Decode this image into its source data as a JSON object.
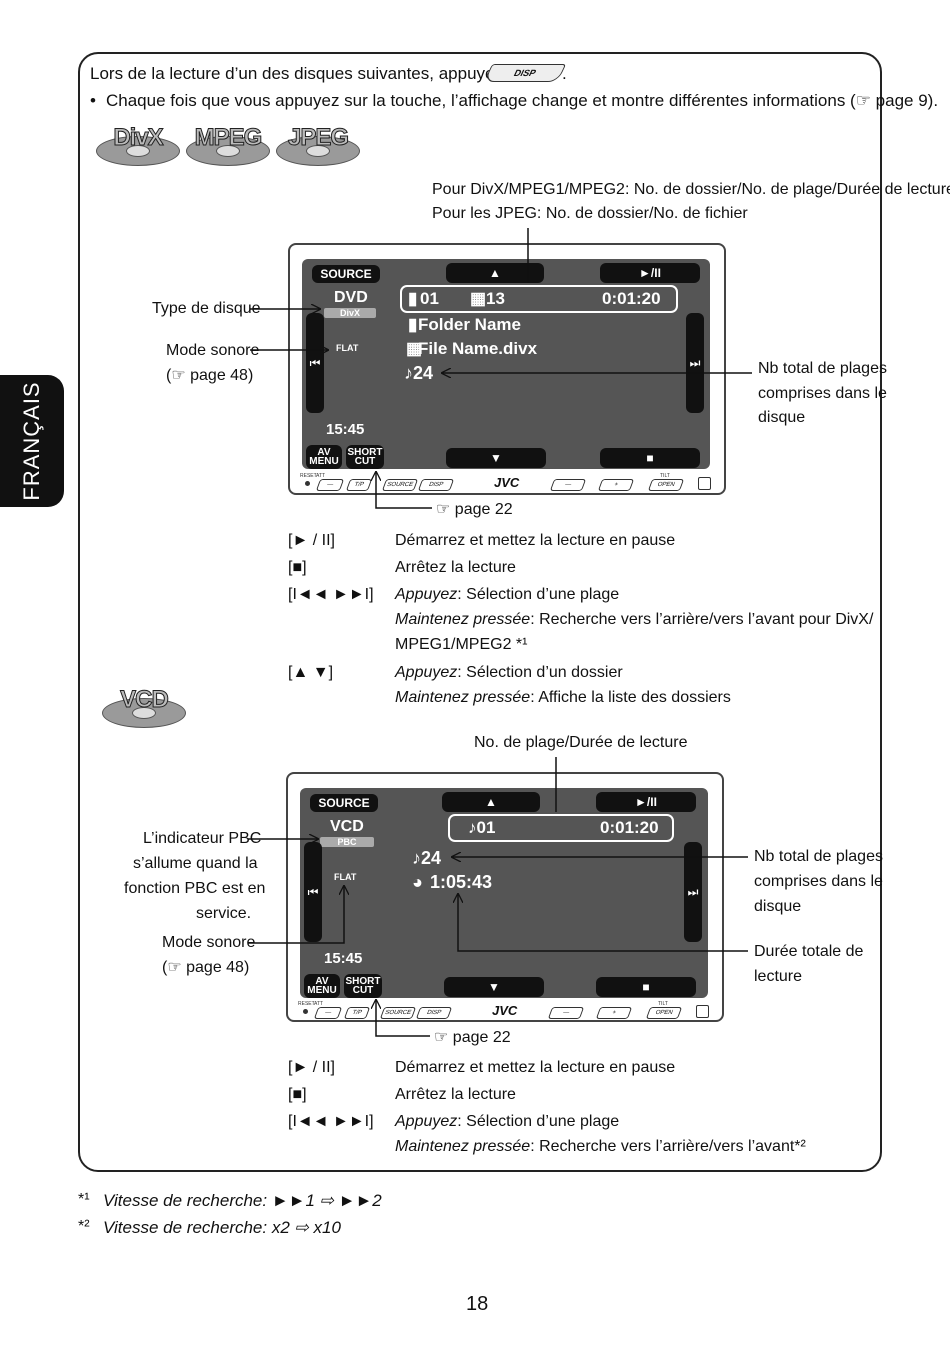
{
  "side_tab": "FRANÇAIS",
  "intro": {
    "line1": "Lors de la lecture d’un des disques suivantes, appuyez sur",
    "disp_btn": "DISP",
    "period": ".",
    "bullet": "•",
    "line2": "Chaque fois que vous appuyez sur la touche, l’affichage change et montre différentes informations (☞ page 9)."
  },
  "discs_top": [
    "DivX",
    "MPEG",
    "JPEG"
  ],
  "disc_vcd": "VCD",
  "top_callout": {
    "line1": "Pour DivX/MPEG1/MPEG2: No. de dossier/No. de plage/Durée de lecture",
    "line2": "Pour les JPEG: No. de dossier/No. de fichier"
  },
  "screen1": {
    "source": "SOURCE",
    "up": "▲",
    "play_pause": "►/II",
    "disc_type": "DVD",
    "disc_sub": "DivX",
    "folder_no": "01",
    "file_no": "13",
    "time": "0:01:20",
    "folder_name": "Folder Name",
    "file_name": "File Name.divx",
    "sound_mode": "FLAT",
    "total": "♪24",
    "prev": "⏮",
    "next": "⏭",
    "clock": "15:45",
    "av_menu": "AV MENU",
    "short_cut": "SHORT CUT",
    "down": "▼",
    "stop": "■"
  },
  "panel_buttons": {
    "reset": "RESET",
    "att": "ATT",
    "tp": "T/P",
    "source": "SOURCE",
    "disp": "DISP",
    "brand": "JVC",
    "minus": "—",
    "plus": "+",
    "tilt": "TILT",
    "open": "OPEN"
  },
  "callouts1": {
    "disc_type": "Type de disque",
    "sound_mode": "Mode sonore",
    "sound_ref": "(☞ page 48)",
    "total_l1": "Nb total de plages",
    "total_l2": "comprises dans le",
    "total_l3": "disque",
    "page_ref": "☞ page 22"
  },
  "controls1": [
    {
      "key": "[► / II]",
      "desc": "Démarrez et mettez la lecture en pause"
    },
    {
      "key": "[■]",
      "desc": "Arrêtez la lecture"
    },
    {
      "key": "[I◄◄ ►►I]",
      "desc_italic": "Appuyez",
      "desc_rest": ": Sélection d’une plage",
      "desc2_italic": "Maintenez pressée",
      "desc2_rest": ": Recherche vers l’arrière/vers l’avant pour DivX/",
      "desc3": "MPEG1/MPEG2 *¹"
    },
    {
      "key": "[▲ ▼]",
      "desc_italic": "Appuyez",
      "desc_rest": ": Sélection d’un dossier",
      "desc2_italic": "Maintenez pressée",
      "desc2_rest": ": Affiche la liste des dossiers"
    }
  ],
  "vcd_callout": "No. de plage/Durée de lecture",
  "screen2": {
    "source": "SOURCE",
    "up": "▲",
    "play_pause": "►/II",
    "disc_type": "VCD",
    "disc_sub": "PBC",
    "track": "♪01",
    "time": "0:01:20",
    "total": "♪24",
    "total_time": "1:05:43",
    "sound_mode": "FLAT",
    "prev": "⏮",
    "next": "⏭",
    "clock": "15:45",
    "av_menu": "AV MENU",
    "short_cut": "SHORT CUT",
    "down": "▼",
    "stop": "■"
  },
  "callouts2": {
    "pbc_l1": "L’indicateur PBC",
    "pbc_l2": "s’allume quand la",
    "pbc_l3": "fonction PBC est en",
    "pbc_l4": "service.",
    "sound_mode": "Mode sonore",
    "sound_ref": "(☞ page 48)",
    "total_l1": "Nb total de plages",
    "total_l2": "comprises dans le",
    "total_l3": "disque",
    "dur_l1": "Durée totale de",
    "dur_l2": "lecture",
    "page_ref": "☞ page 22"
  },
  "controls2": [
    {
      "key": "[► / II]",
      "desc": "Démarrez et mettez la lecture en pause"
    },
    {
      "key": "[■]",
      "desc": "Arrêtez la lecture"
    },
    {
      "key": "[I◄◄ ►►I]",
      "desc_italic": "Appuyez",
      "desc_rest": ": Sélection d’une plage",
      "desc2_italic": "Maintenez pressée",
      "desc2_rest": ": Recherche vers l’arrière/vers l’avant*²"
    }
  ],
  "footnotes": [
    {
      "mark": "*¹",
      "text": "Vitesse de recherche: ►►1 ⇨ ►►2"
    },
    {
      "mark": "*²",
      "text": "Vitesse de recherche: x2 ⇨ x10"
    }
  ],
  "page_number": "18"
}
